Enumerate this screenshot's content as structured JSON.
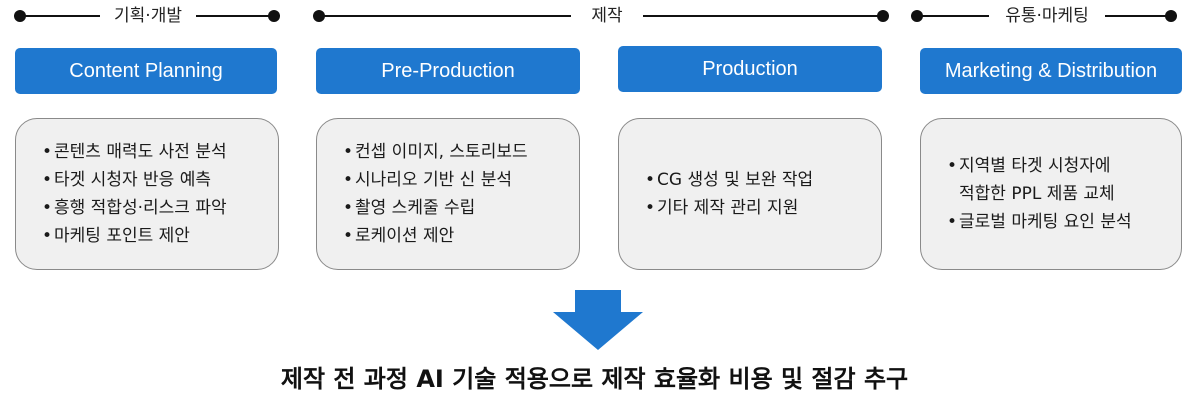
{
  "stages": [
    {
      "label": "기획·개발"
    },
    {
      "label": "제작"
    },
    {
      "label": "유통·마케팅"
    }
  ],
  "phases": [
    {
      "title": "Content Planning",
      "items": [
        "콘텐츠 매력도 사전 분석",
        "타겟 시청자 반응 예측",
        "흥행 적합성·리스크 파악",
        "마케팅 포인트 제안"
      ]
    },
    {
      "title": "Pre-Production",
      "items": [
        "컨셉 이미지, 스토리보드",
        "시나리오 기반 신 분석",
        "촬영 스케줄 수립",
        "로케이션 제안"
      ]
    },
    {
      "title": "Production",
      "items": [
        "CG 생성 및 보완 작업",
        "기타 제작 관리 지원"
      ]
    },
    {
      "title": "Marketing & Distribution",
      "items": [
        "지역별 타겟 시청자에",
        "적합한 PPL 제품 교체",
        "글로벌 마케팅 요인 분석"
      ]
    }
  ],
  "conclusion": "제작 전 과정 AI 기술 적용으로 제작 효율화 비용 및 절감 추구",
  "colors": {
    "header_blue": "#1f78cf",
    "arrow_blue": "#1f78cf",
    "box_fill": "#f0f0f0",
    "box_border": "#8a8a8a"
  }
}
